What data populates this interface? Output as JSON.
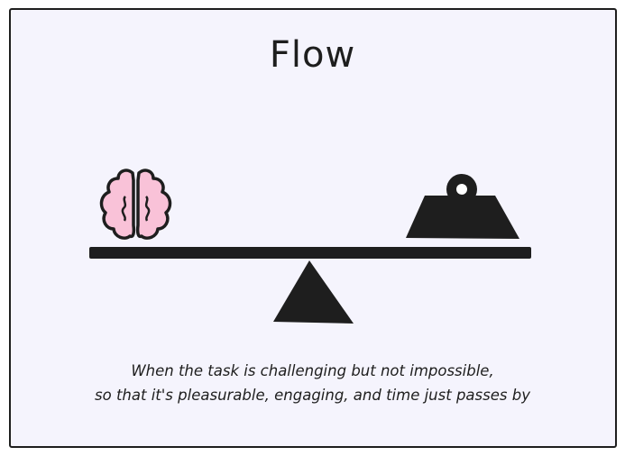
{
  "title": "Flow",
  "caption": {
    "line1": "When the task is challenging but not impossible,",
    "line2": "so that it's  pleasurable, engaging, and time just passes by"
  },
  "icons": [
    "brain-icon",
    "weight-icon",
    "seesaw-beam",
    "fulcrum-triangle"
  ],
  "colors": {
    "background": "#f5f4fd",
    "brain": "#f9c2d8",
    "ink": "#1e1e1e"
  }
}
